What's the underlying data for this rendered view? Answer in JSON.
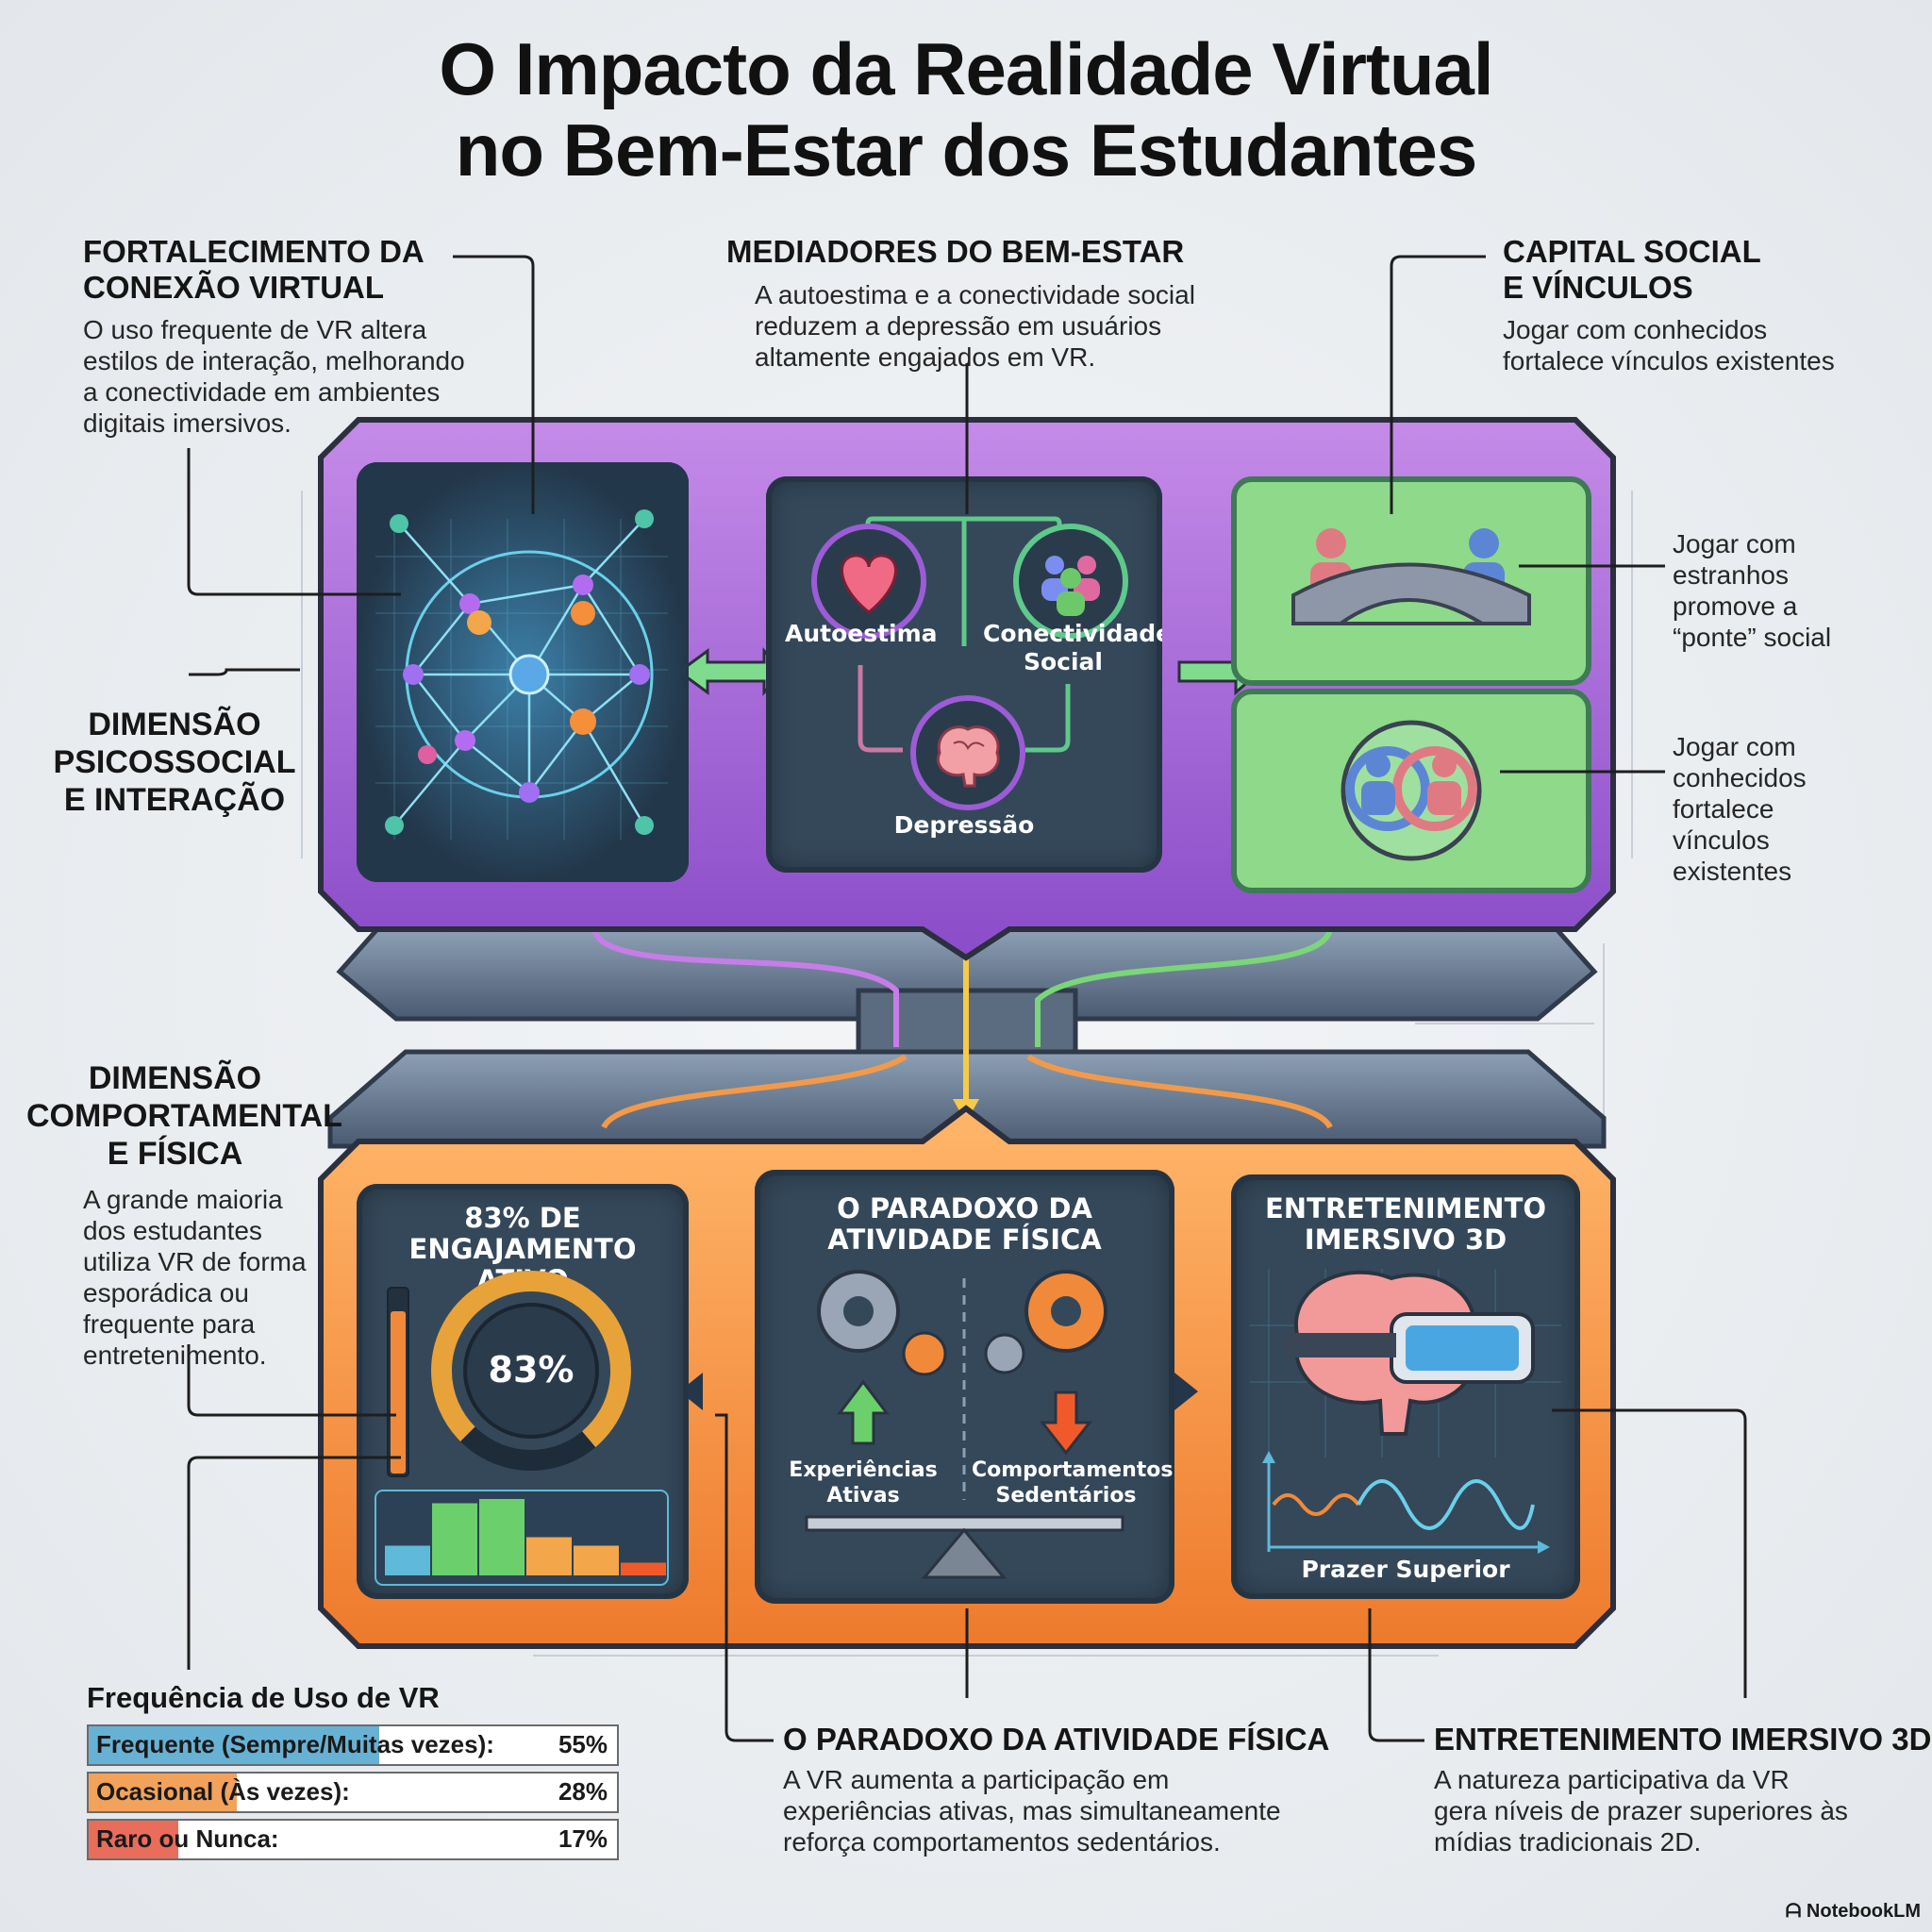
{
  "title": {
    "line1": "O Impacto da Realidade Virtual",
    "line2": "no Bem-Estar dos Estudantes"
  },
  "top_left": {
    "heading_line1": "FORTALECIMENTO DA",
    "heading_line2": "CONEXÃO VIRTUAL",
    "body": [
      "O uso frequente de VR altera",
      "estilos de interação, melhorando",
      "a conectividade em ambientes",
      "digitais imersivos."
    ]
  },
  "top_center": {
    "heading": "MEDIADORES DO BEM-ESTAR",
    "body": [
      "A autoestima e a conectividade social",
      "reduzem a depressão em usuários",
      "altamente engajados em VR."
    ]
  },
  "top_right": {
    "heading_line1": "CAPITAL SOCIAL",
    "heading_line2": "E VÍNCULOS",
    "body": [
      "Jogar com conhecidos",
      "fortalece vínculos existentes"
    ]
  },
  "dimension_psychosocial": {
    "line1": "DIMENSÃO",
    "line2": "PSICOSSOCIAL",
    "line3": "E INTERAÇÃO"
  },
  "dimension_behavioral": {
    "line1": "DIMENSÃO",
    "line2": "COMPORTAMENTAL",
    "line3": "E FÍSICA",
    "body": [
      "A grande maioria",
      "dos estudantes",
      "utiliza VR de forma",
      "esporádica ou",
      "frequente para",
      "entretenimento."
    ]
  },
  "mediators_panel": {
    "self_esteem": "Autoestima",
    "connectivity_line1": "Conectividade",
    "connectivity_line2": "Social",
    "depression": "Depressão"
  },
  "right_side": {
    "strangers": [
      "Jogar com",
      "estranhos",
      "promove a",
      "“ponte” social"
    ],
    "acquaintances": [
      "Jogar com",
      "conhecidos",
      "fortalece",
      "vínculos",
      "existentes"
    ]
  },
  "engagement_panel": {
    "title_line1": "83% DE ENGAJAMENTO",
    "title_line2": "ATIVO",
    "gauge_value": "83%",
    "gauge_fraction": 0.83,
    "bars": [
      0.35,
      0.85,
      0.9,
      0.45,
      0.35,
      0.15
    ]
  },
  "paradox_panel": {
    "title_line1": "O PARADOXO DA",
    "title_line2": "ATIVIDADE FÍSICA",
    "left_line1": "Experiências",
    "left_line2": "Ativas",
    "right_line1": "Comportamentos",
    "right_line2": "Sedentários"
  },
  "entertainment_panel": {
    "title_line1": "ENTRETENIMENTO",
    "title_line2": "IMERSIVO 3D",
    "caption": "Prazer Superior"
  },
  "frequency": {
    "heading": "Frequência de Uso de VR",
    "rows": [
      {
        "label": "Frequente (Sempre/Muitas vezes):",
        "value": "55%",
        "fraction": 0.55,
        "color": "#67b2d4"
      },
      {
        "label": "Ocasional (Às vezes):",
        "value": "28%",
        "fraction": 0.28,
        "color": "#f2a25a"
      },
      {
        "label": "Raro ou Nunca:",
        "value": "17%",
        "fraction": 0.17,
        "color": "#ea6d5c"
      }
    ]
  },
  "bottom_center": {
    "heading": "O PARADOXO DA ATIVIDADE FÍSICA",
    "body": [
      "A VR aumenta a participação em",
      "experiências ativas, mas simultaneamente",
      "reforça comportamentos sedentários."
    ]
  },
  "bottom_right": {
    "heading": "ENTRETENIMENTO IMERSIVO 3D",
    "body": [
      "A natureza participativa da VR",
      "gera níveis de prazer superiores às",
      "mídias tradicionais 2D."
    ]
  },
  "watermark": "NotebookLM",
  "colors": {
    "purple_frame": "#9b5cd6",
    "green_panel": "#7fcf7a",
    "orange_frame": "#f08a3a",
    "screen": "#34485a"
  }
}
